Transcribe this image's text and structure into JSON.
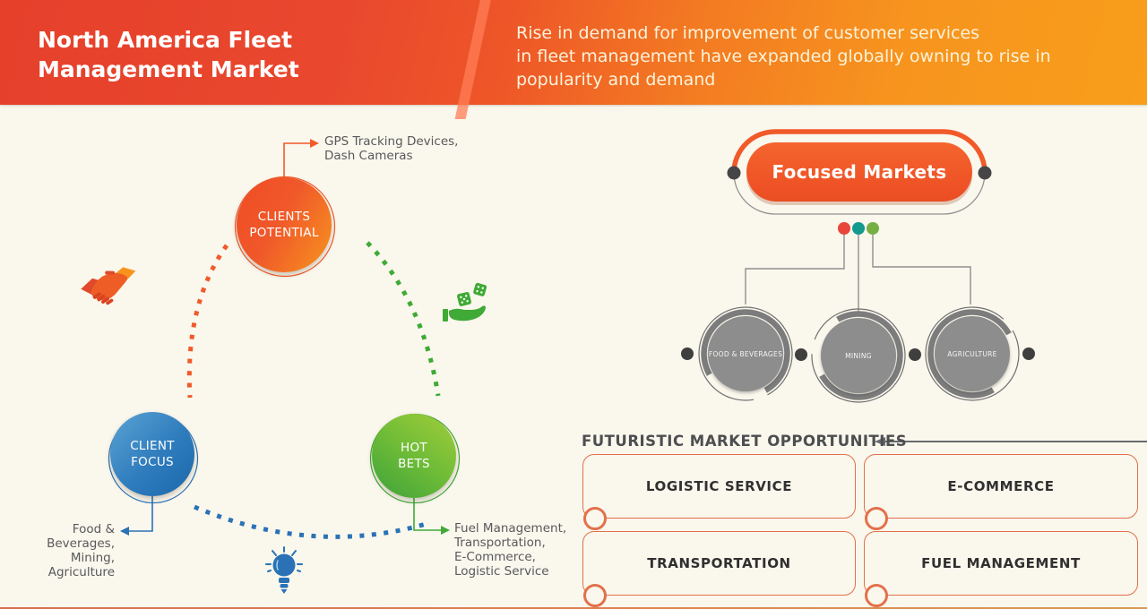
{
  "header": {
    "title": "North America Fleet Management Market",
    "subtitle_lines": [
      "Rise in demand for improvement of customer services",
      "in fleet management have expanded globally owning to rise in",
      "popularity and demand"
    ],
    "background_colors": [
      "#e6402b",
      "#f7941e"
    ]
  },
  "cycle": {
    "nodes": [
      {
        "label_lines": [
          "CLIENTS",
          "POTENTIAL"
        ],
        "color": "#f15a29",
        "icon": "handshake-icon",
        "annotation_lines": [
          "GPS Tracking Devices,",
          "Dash Cameras"
        ]
      },
      {
        "label_lines": [
          "CLIENT",
          "FOCUS"
        ],
        "color": "#2a72b5",
        "icon": "lightbulb-icon",
        "annotation_lines": [
          "Food &",
          "Beverages,",
          "Mining,",
          "Agriculture"
        ]
      },
      {
        "label_lines": [
          "HOT",
          "BETS"
        ],
        "color": "#3faa35",
        "icon": "dice-hand-icon",
        "annotation_lines": [
          "Fuel Management,",
          "Transportation,",
          "E-Commerce,",
          "Logistic Service"
        ]
      }
    ]
  },
  "focused_markets": {
    "title": "Focused Markets",
    "accent_color": "#f15a29",
    "dot_colors": [
      "#e8463a",
      "#14998f",
      "#76b043"
    ],
    "branch_color": "#8d8d8d",
    "branches": [
      {
        "label": "FOOD & BEVERAGES"
      },
      {
        "label": "MINING"
      },
      {
        "label": "AGRICULTURE"
      }
    ]
  },
  "futuristic": {
    "heading": "FUTURISTIC MARKET OPPORTUNITIES",
    "box_border_color": "#e2714b",
    "boxes": [
      {
        "label": "LOGISTIC SERVICE"
      },
      {
        "label": "E-COMMERCE"
      },
      {
        "label": "TRANSPORTATION"
      },
      {
        "label": "FUEL MANAGEMENT"
      }
    ]
  }
}
